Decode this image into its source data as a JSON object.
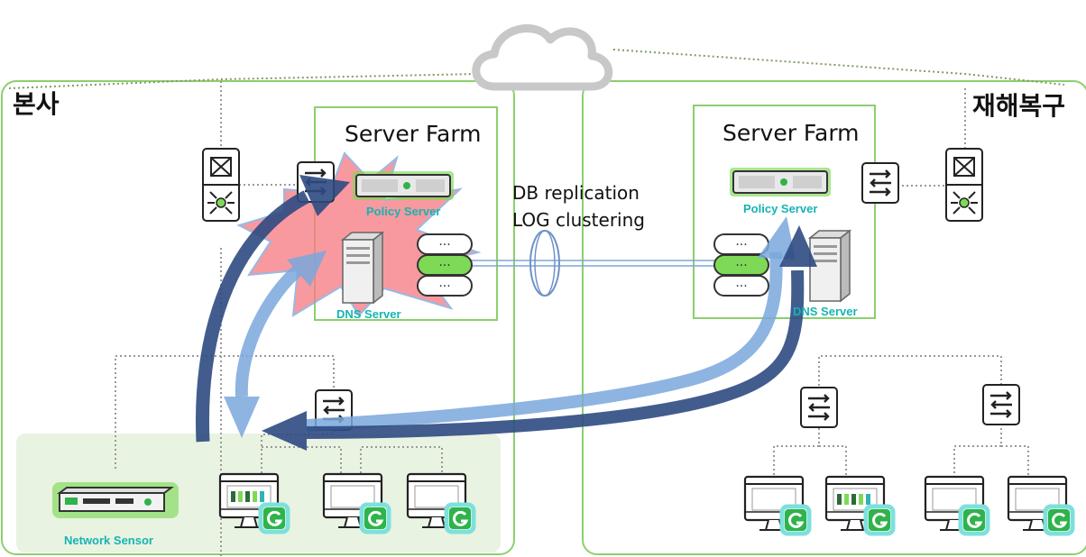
{
  "hq": {
    "title": "본사",
    "farm_title": "Server Farm",
    "policy_label": "Policy Server",
    "dns_label": "DNS Server",
    "sensor_label": "Network Sensor"
  },
  "dr": {
    "title": "재해복구",
    "farm_title": "Server Farm",
    "policy_label": "Policy Server",
    "dns_label": "DNS Server"
  },
  "replication": {
    "line1": "DB replication",
    "line2": "LOG clustering"
  },
  "colors": {
    "site_border": "#8ccf6e",
    "device_glow": "#7ed957",
    "label_teal": "#16b3b3",
    "arrow_dark": "#2e4a82",
    "arrow_light": "#7aa7dc",
    "failure_burst": "#f77d85",
    "client_area": "#e9f3e1"
  }
}
